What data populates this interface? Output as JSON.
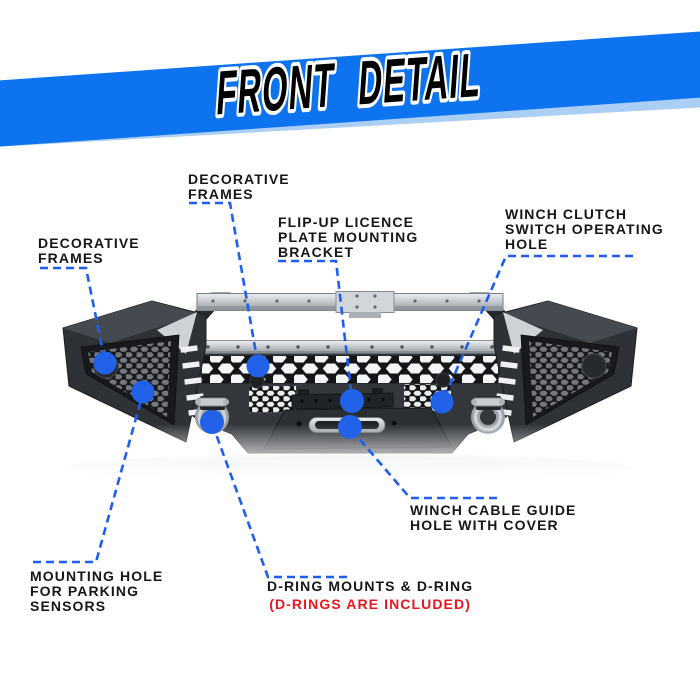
{
  "banner": {
    "title": "FRONT DETAIL"
  },
  "colors": {
    "banner": "#0e73ef",
    "banner_shadow": "#abcef4",
    "line": "#1d5ef0",
    "dot": "#2262e9",
    "red": "#e8161d",
    "text": "#161616"
  },
  "labels": [
    {
      "id": "decorative-frames-top",
      "lines": [
        "DECORATIVE",
        "FRAMES"
      ]
    },
    {
      "id": "flip-up-licence-plate",
      "lines": [
        "FLIP-UP LICENCE",
        "PLATE MOUNTING",
        "BRACKET"
      ]
    },
    {
      "id": "winch-clutch-switch",
      "lines": [
        "WINCH CLUTCH",
        "SWITCH OPERATING",
        "HOLE"
      ]
    },
    {
      "id": "decorative-frames-left",
      "lines": [
        "DECORATIVE",
        "FRAMES"
      ]
    },
    {
      "id": "winch-cable-guide",
      "lines": [
        "WINCH CABLE GUIDE",
        "HOLE WITH COVER"
      ]
    },
    {
      "id": "parking-sensors",
      "lines": [
        "MOUNTING HOLE",
        "FOR PARKING",
        "SENSORS"
      ]
    },
    {
      "id": "d-ring-mounts",
      "lines": [
        "D-RING MOUNTS & D-RING"
      ],
      "note": "(D-RINGS ARE INCLUDED)"
    }
  ]
}
